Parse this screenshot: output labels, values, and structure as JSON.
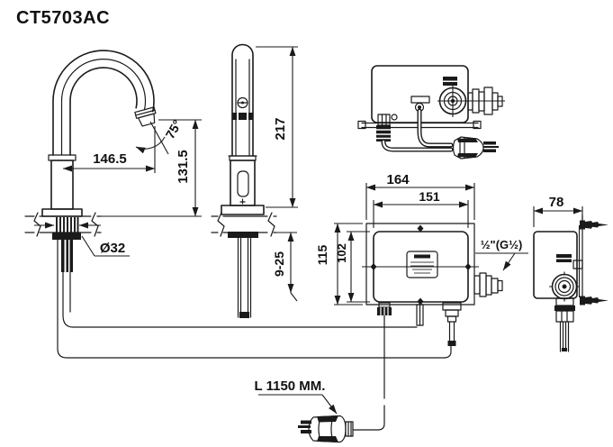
{
  "title": "CT5703AC",
  "colors": {
    "line": "#1a1a1a",
    "background": "#ffffff"
  },
  "annotations": {
    "spout_reach": "146.5",
    "spout_angle": "75°",
    "spout_height": "131.5",
    "hole_diameter": "Ø32",
    "total_height": "217",
    "deck_thickness_range": "9-25",
    "box_outer_width": "164",
    "box_inner_width": "151",
    "box_outer_height": "115",
    "box_inner_height": "102",
    "water_connection": "½\"(G½)",
    "box_depth": "78",
    "cord_length": "L 1150 MM."
  }
}
